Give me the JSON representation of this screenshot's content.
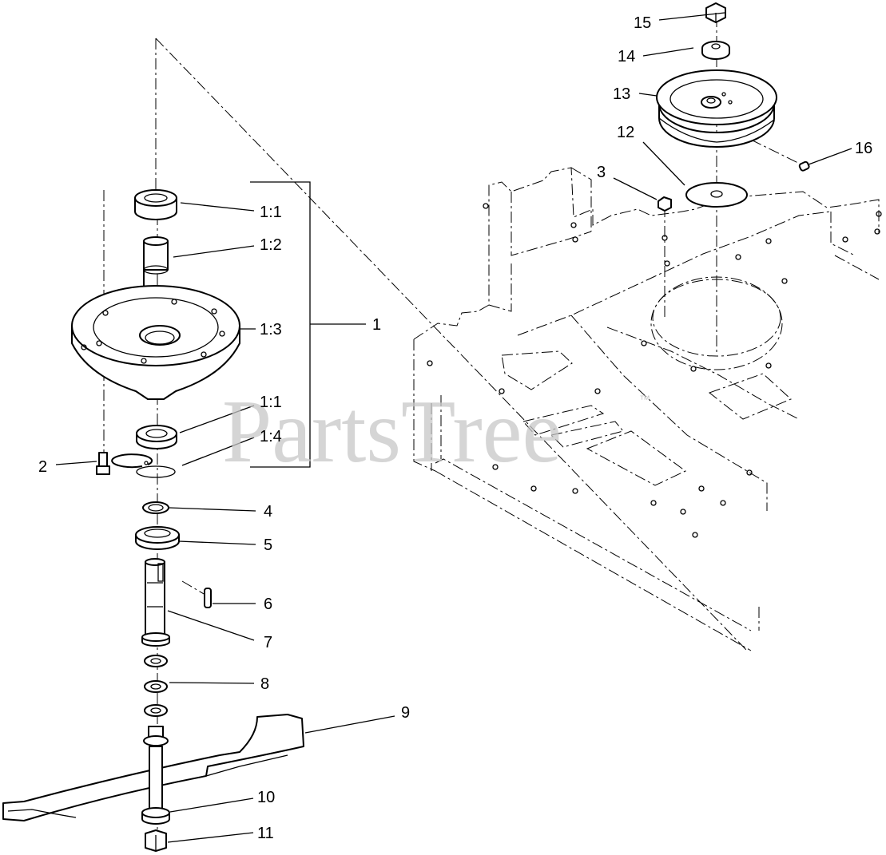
{
  "diagram": {
    "watermark": "PartsTree",
    "trademark": "™",
    "callouts": [
      {
        "id": "c15",
        "text": "15"
      },
      {
        "id": "c14",
        "text": "14"
      },
      {
        "id": "c13",
        "text": "13"
      },
      {
        "id": "c12",
        "text": "12"
      },
      {
        "id": "c16",
        "text": "16"
      },
      {
        "id": "c3",
        "text": "3"
      },
      {
        "id": "c1_1a",
        "text": "1:1"
      },
      {
        "id": "c1_2",
        "text": "1:2"
      },
      {
        "id": "c1_3",
        "text": "1:3"
      },
      {
        "id": "c1",
        "text": "1"
      },
      {
        "id": "c1_1b",
        "text": "1:1"
      },
      {
        "id": "c1_4",
        "text": "1:4"
      },
      {
        "id": "c2",
        "text": "2"
      },
      {
        "id": "c4",
        "text": "4"
      },
      {
        "id": "c5",
        "text": "5"
      },
      {
        "id": "c6",
        "text": "6"
      },
      {
        "id": "c7",
        "text": "7"
      },
      {
        "id": "c8",
        "text": "8"
      },
      {
        "id": "c9",
        "text": "9"
      },
      {
        "id": "c10",
        "text": "10"
      },
      {
        "id": "c11",
        "text": "11"
      }
    ]
  }
}
